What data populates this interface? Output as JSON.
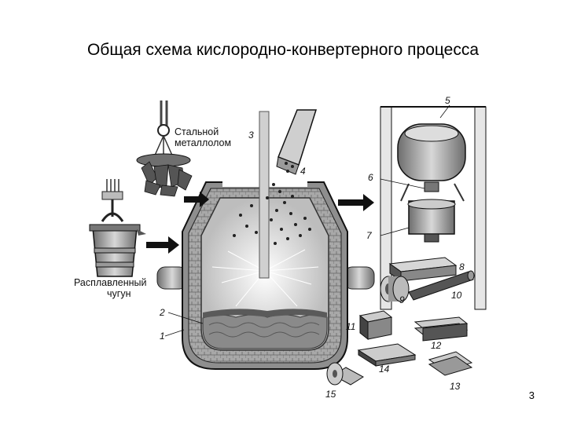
{
  "title": "Общая схема кислородно-конвертерного процесса",
  "page_number": "3",
  "labels": {
    "scrap": [
      "Стальной",
      "металлолом"
    ],
    "hot_metal": [
      "Расплавленный",
      "чугун"
    ],
    "n1": "1",
    "n2": "2",
    "n3": "3",
    "n4": "4",
    "n5": "5",
    "n6": "6",
    "n7": "7",
    "n8": "8",
    "n9": "9",
    "n10": "10",
    "n11": "11",
    "n12": "12",
    "n13": "13",
    "n14": "14",
    "n15": "15"
  },
  "colors": {
    "lining": "#9a9a9a",
    "steel": "#b9b9b9",
    "dark": "#333333",
    "arrow": "#111111"
  }
}
